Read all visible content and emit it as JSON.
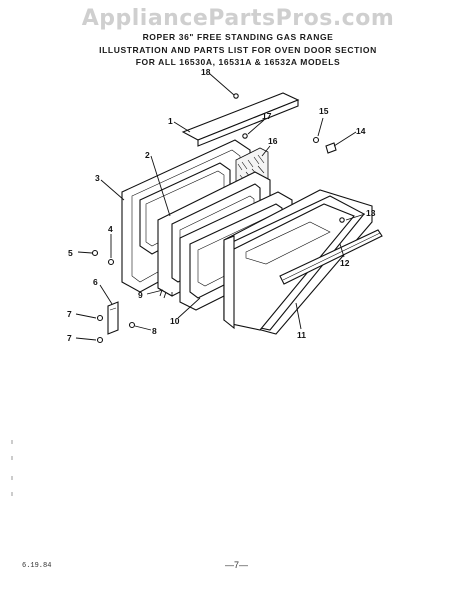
{
  "watermark": "AppliancePartsPros.com",
  "header": {
    "line1": "ROPER 36\" FREE STANDING GAS RANGE",
    "line2": "ILLUSTRATION AND PARTS LIST FOR OVEN DOOR SECTION",
    "line3": "FOR ALL 16530A, 16531A & 16532A MODELS"
  },
  "callouts": [
    "1",
    "2",
    "3",
    "4",
    "5",
    "6",
    "7",
    "7",
    "8",
    "9",
    "10",
    "11",
    "12",
    "13",
    "14",
    "15",
    "16",
    "17",
    "18"
  ],
  "footer": {
    "date": "6.19.84",
    "page": "—7—"
  }
}
